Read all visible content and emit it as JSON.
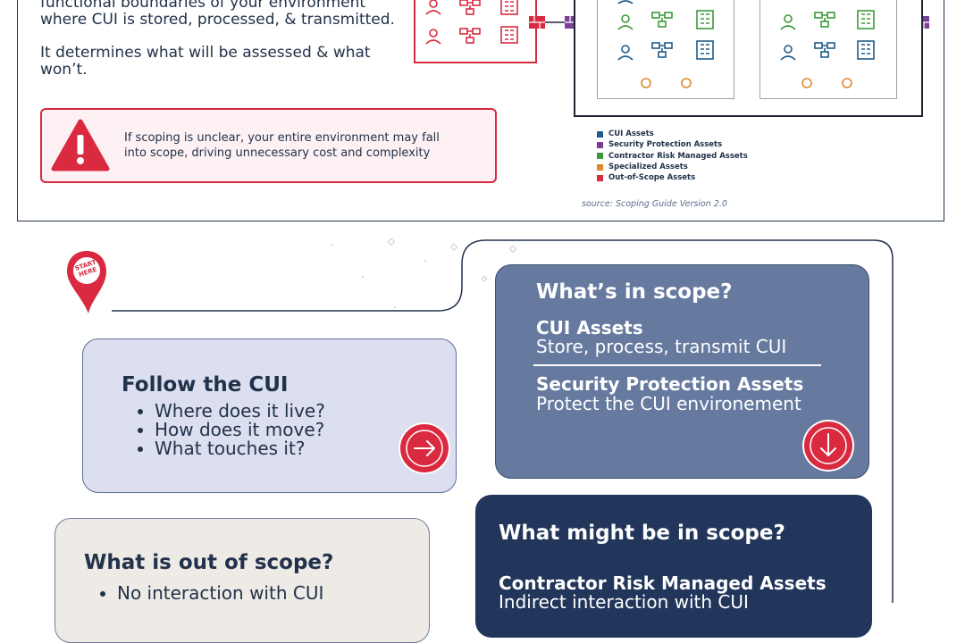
{
  "intro": {
    "line1": "functional boundaries of your environment",
    "line2": "where CUI is stored, processed, & transmitted.",
    "para2_line1": "It determines what will be assessed & what",
    "para2_line2": "won’t."
  },
  "alert": {
    "line1": "If scoping is unclear, your entire environment may fall",
    "line2": "into scope, driving unnecessary cost and complexity"
  },
  "legend": {
    "items": [
      {
        "label": "CUI Assets",
        "color": "#1f5c8b"
      },
      {
        "label": "Security Protection Assets",
        "color": "#7b3f98"
      },
      {
        "label": "Contractor Risk Managed Assets",
        "color": "#3d9a3a"
      },
      {
        "label": "Specialized Assets",
        "color": "#e0892c"
      },
      {
        "label": "Out-of-Scope Assets",
        "color": "#d92a40"
      }
    ]
  },
  "source": "source: Scoping Guide Version 2.0",
  "start_pin": {
    "line1": "START",
    "line2": "HERE",
    "color": "#d92a40"
  },
  "follow": {
    "title": "Follow the CUI",
    "items": [
      "Where does it live?",
      "How does it move?",
      "What touches it?"
    ]
  },
  "in_scope": {
    "title": "What’s in scope?",
    "a_heading": "CUI Assets",
    "a_text": "Store, process, transmit CUI",
    "b_heading": "Security Protection Assets",
    "b_text": "Protect the CUI environement"
  },
  "might": {
    "title": "What might be in scope?",
    "a_heading": "Contractor Risk Managed Assets",
    "a_text": "Indirect interaction with CUI"
  },
  "out_scope": {
    "title": "What is out of scope?",
    "items": [
      "No interaction with CUI"
    ]
  },
  "colors": {
    "navy": "#22324a",
    "accent_red": "#d92a40",
    "slate_blue": "#66799f",
    "dark_navy": "#22365b",
    "lavender": "#dcdff0"
  }
}
